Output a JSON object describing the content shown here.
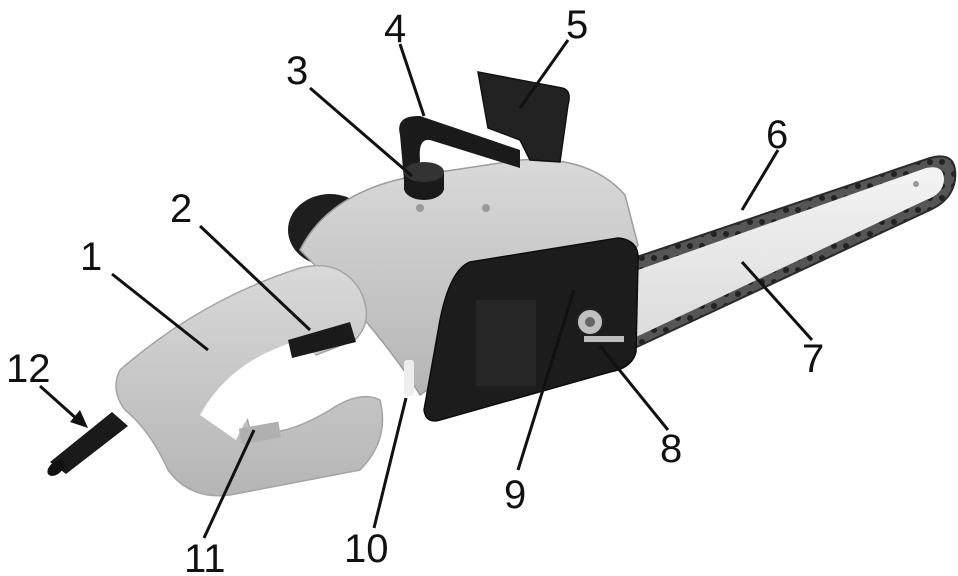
{
  "figure": {
    "subject": "electric chainsaw",
    "colors": {
      "body": "#c8c8c8",
      "body_shadow": "#a9a9a9",
      "dark_parts": "#1a1a1a",
      "bar": "#e9e9e9",
      "chain": "#3a3a3a",
      "callout": "#111111"
    }
  },
  "callouts": [
    {
      "id": "1",
      "label": "1"
    },
    {
      "id": "2",
      "label": "2"
    },
    {
      "id": "3",
      "label": "3"
    },
    {
      "id": "4",
      "label": "4"
    },
    {
      "id": "5",
      "label": "5"
    },
    {
      "id": "6",
      "label": "6"
    },
    {
      "id": "7",
      "label": "7"
    },
    {
      "id": "8",
      "label": "8"
    },
    {
      "id": "9",
      "label": "9"
    },
    {
      "id": "10",
      "label": "10"
    },
    {
      "id": "11",
      "label": "11"
    },
    {
      "id": "12",
      "label": "12"
    }
  ]
}
